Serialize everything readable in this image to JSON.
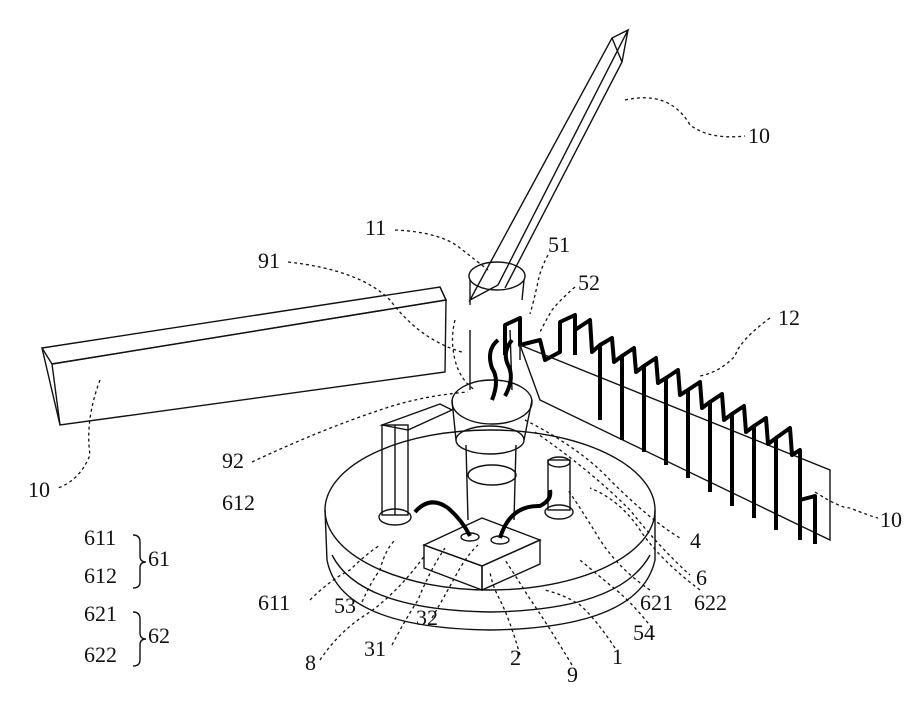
{
  "labels": {
    "l10_top": "10",
    "l10_left": "10",
    "l10_right": "10",
    "l11": "11",
    "l51": "51",
    "l52": "52",
    "l91": "91",
    "l12": "12",
    "l92": "92",
    "l612": "612",
    "l4": "4",
    "l6": "6",
    "l611": "611",
    "l53": "53",
    "l8": "8",
    "l31": "31",
    "l32": "32",
    "l2": "2",
    "l9": "9",
    "l1": "1",
    "l54": "54",
    "l621": "621",
    "l622": "622"
  },
  "legend": {
    "g61_a": "611",
    "g61_b": "612",
    "g61": "61",
    "g62_a": "621",
    "g62_b": "622",
    "g62": "62"
  }
}
